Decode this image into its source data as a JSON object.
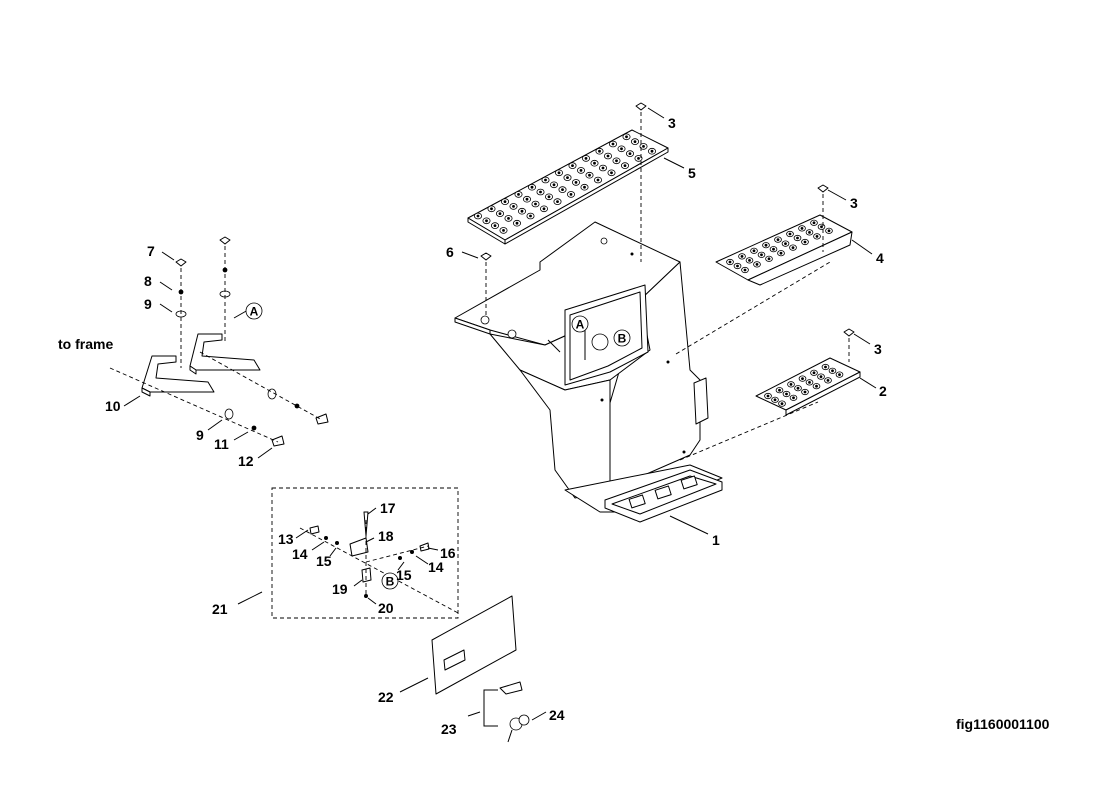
{
  "diagram": {
    "figure_id": "fig1160001100",
    "callouts": {
      "c1": "1",
      "c2": "2",
      "c3a": "3",
      "c3b": "3",
      "c3c": "3",
      "c4": "4",
      "c5": "5",
      "c6": "6",
      "c7": "7",
      "c8": "8",
      "c9a": "9",
      "c9b": "9",
      "c10": "10",
      "c11": "11",
      "c12": "12",
      "c13": "13",
      "c14a": "14",
      "c14b": "14",
      "c15a": "15",
      "c15b": "15",
      "c16": "16",
      "c17": "17",
      "c18": "18",
      "c19": "19",
      "c20": "20",
      "c21": "21",
      "c22": "22",
      "c23": "23",
      "c24": "24"
    },
    "note_to_frame": "to frame",
    "markers": {
      "a1": "A",
      "a2": "A",
      "b1": "B",
      "b2": "B"
    }
  }
}
